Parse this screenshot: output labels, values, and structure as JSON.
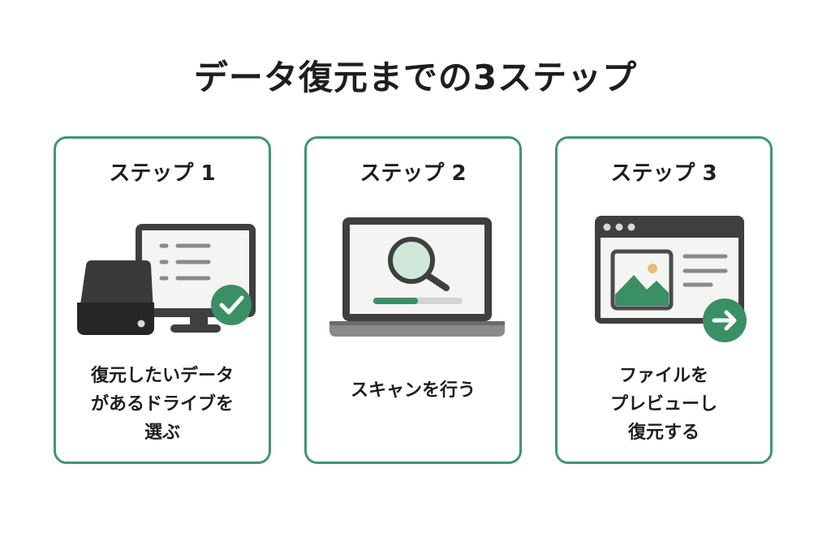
{
  "title": "データ復元までの3ステップ",
  "colors": {
    "accent": "#3f9670",
    "dark": "#3f3f3f",
    "light_screen": "#f4f4f2",
    "sun": "#e8bd7a"
  },
  "steps": [
    {
      "heading": "ステップ 1",
      "icon": "drive-monitor-check-icon",
      "desc_lines": [
        "復元したいデータ",
        "があるドライブを",
        "選ぶ"
      ]
    },
    {
      "heading": "ステップ 2",
      "icon": "laptop-magnifier-scan-icon",
      "scan_progress": 0.5,
      "desc_lines": [
        "スキャンを行う"
      ]
    },
    {
      "heading": "ステップ 3",
      "icon": "window-image-preview-arrow-icon",
      "desc_lines": [
        "ファイルを",
        "プレビューし",
        "復元する"
      ]
    }
  ]
}
